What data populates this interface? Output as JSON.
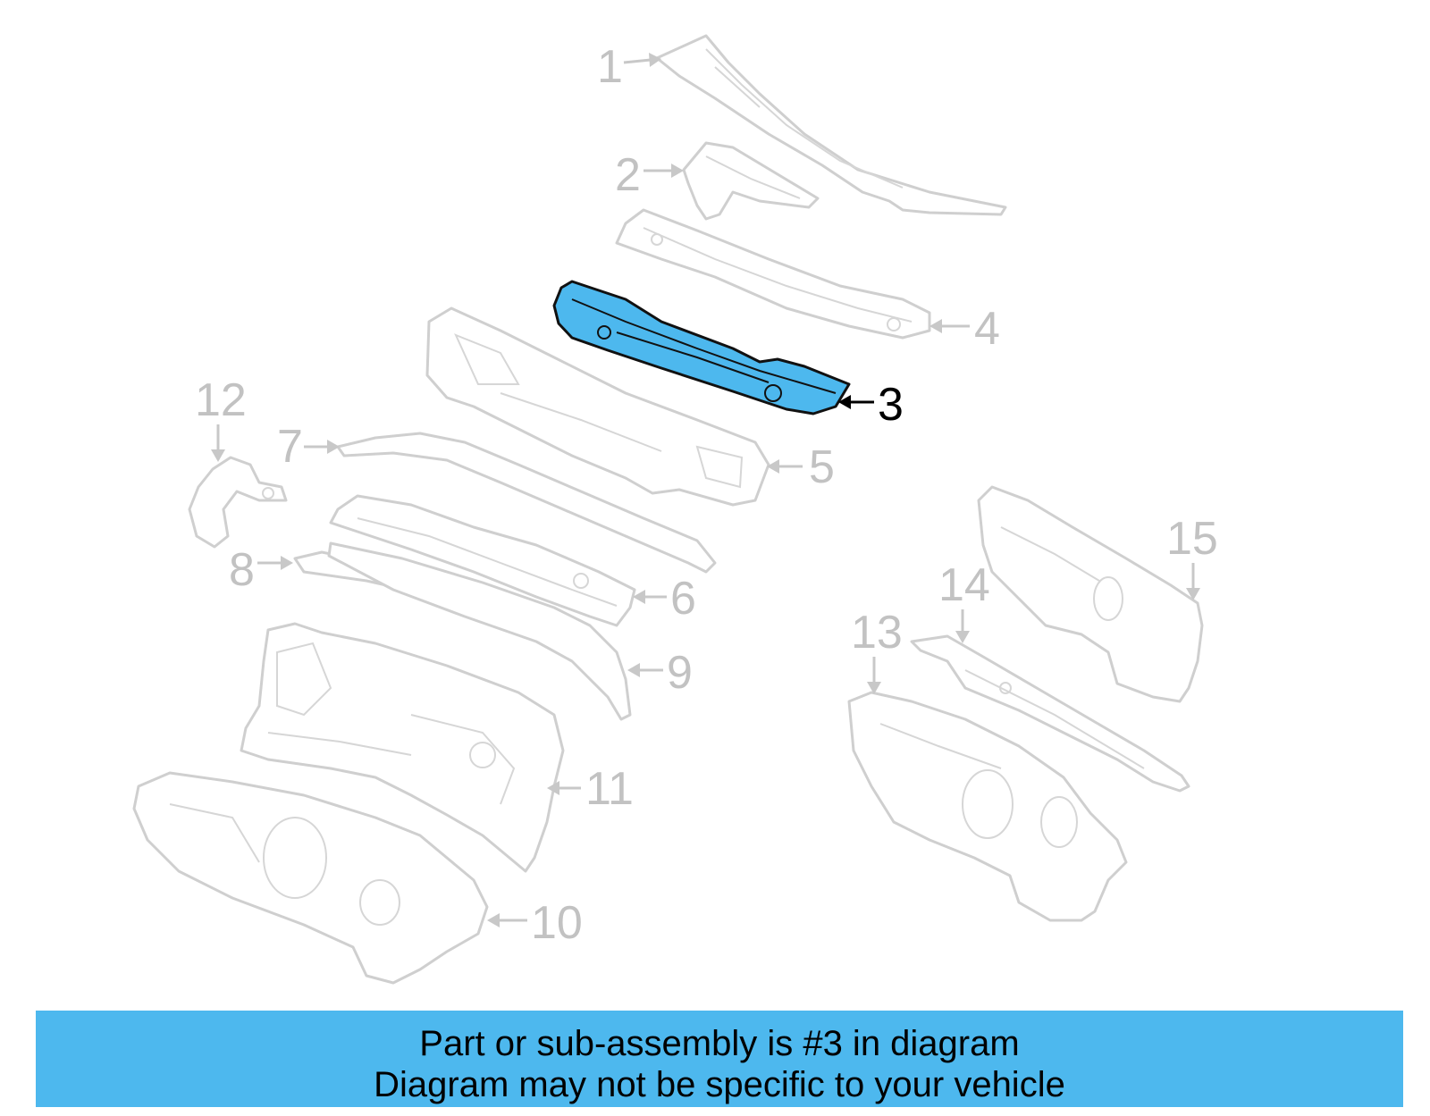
{
  "diagram": {
    "callouts": [
      "1",
      "2",
      "3",
      "4",
      "5",
      "6",
      "7",
      "8",
      "9",
      "10",
      "11",
      "12",
      "13",
      "14",
      "15"
    ],
    "highlighted_callout": "3",
    "highlight_color": "#4db8ee",
    "muted_color": "#c8c8c8"
  },
  "banner": {
    "line1": "Part or sub-assembly is #3 in diagram",
    "line2": "Diagram may not be specific to your vehicle",
    "background": "#4db8ee"
  }
}
